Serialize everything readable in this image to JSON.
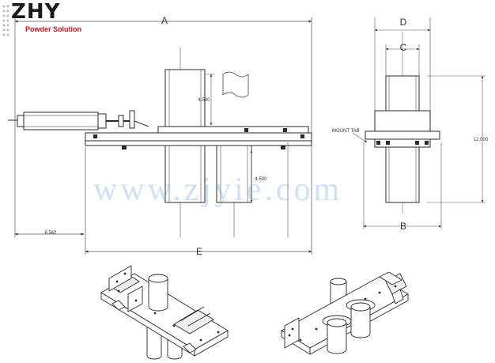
{
  "brand": {
    "mark": "ZHY",
    "tagline": "Powder Solution"
  },
  "watermark": "www.zjyie.com",
  "dimensions": {
    "A": "A",
    "B": "B",
    "C": "C",
    "D": "D",
    "E": "E",
    "height_upper": "4.500",
    "height_lower": "4.500",
    "left_offset": "6.562",
    "total_height": "12.000",
    "mount_tab": "MOUNT TAB"
  },
  "colors": {
    "line": "#2a2a2a",
    "dim": "#4a4a4a",
    "brand_red": "#c0121a",
    "watermark": "#8fb6dd"
  }
}
